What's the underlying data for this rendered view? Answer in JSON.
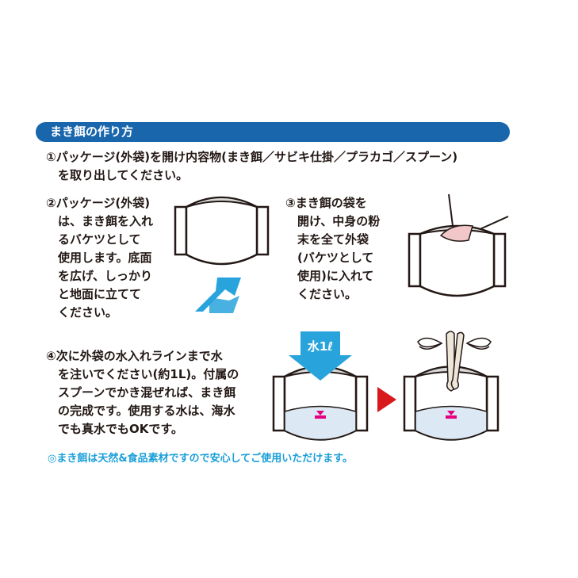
{
  "header": {
    "title": "まき餌の作り方"
  },
  "steps": [
    {
      "lines": [
        "①パッケージ(外袋)を開け内容物(まき餌／サビキ仕掛／プラカゴ／スプーン)",
        "　を取り出してください。"
      ]
    },
    {
      "lines": [
        "②パッケージ(外袋)",
        "　は、まき餌を入れ",
        "　るバケツとして",
        "　使用します。底面",
        "　を広げ、しっかり",
        "　と地面に立てて",
        "　ください。"
      ]
    },
    {
      "lines": [
        "③まき餌の袋を",
        "　開け、中身の粉",
        "　末を全て外袋",
        "　(バケツとして",
        "　使用)に入れて",
        "　ください。"
      ]
    },
    {
      "lines": [
        "④次に外袋の水入れラインまで水",
        "　を注いでください(約1L)。付属の",
        "　スプーンでかき混ぜれば、まき餌",
        "　の完成です。使用する水は、海水",
        "　でも真水でもOKです。"
      ]
    }
  ],
  "water_label": "水1ℓ",
  "note": "◎まき餌は天然&食品素材ですので安心してご使用いただけます。",
  "colors": {
    "header": "#1a66ad",
    "arrow_blue": "#29a3dc",
    "next_arrow": "#d7191c",
    "water": "#dce9f5",
    "waterline_marker": "#e4007f",
    "note": "#1a9fd8"
  }
}
